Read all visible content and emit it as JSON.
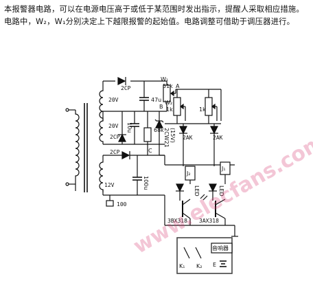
{
  "description": {
    "line1": "本报警器电路，可以在电源电压高于或低于某范围时发出指示，提醒人采取相应措施。",
    "line2": "电路中，W₂，W₁分别决定上下越限报警的起始值。电路调整可借助于调压器进行。"
  },
  "labels": {
    "diode_top": "2CP",
    "w1": "W₁",
    "w1_value": "51k",
    "node_a": "A",
    "v20_top": "20V",
    "cap_47u": "47u",
    "node_b": "B",
    "w2": "W₂",
    "w2_value": "1k",
    "w3_value": "1k",
    "v20_mid": "20V",
    "cap_10u": "10u",
    "diode_mid": "2CP",
    "res_68k": "68k",
    "zener": "2CW21",
    "zener_volt": "(15V)",
    "diode_2ak_left": "2AK",
    "diode_2ak_right": "2AK",
    "node_c": "C",
    "diode_low": "2CP",
    "v12": "12V",
    "cap_100u": "100u",
    "res_100": "100",
    "relay_j2": "J₂",
    "relay_j1": "J₁",
    "led_left": "LED",
    "led_right": "LED",
    "transistor_left": "3BX318",
    "transistor_right": "3AX318",
    "k1": "K₁",
    "k2": "K₂",
    "buzzer": "音响器",
    "battery": "E"
  },
  "watermark": "www.elecfans.com"
}
